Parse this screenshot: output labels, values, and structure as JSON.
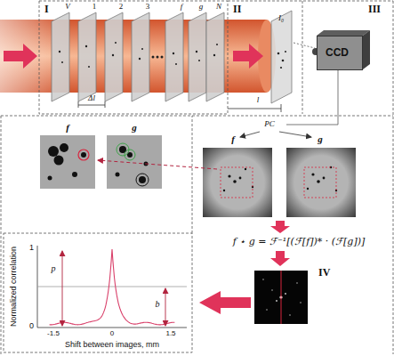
{
  "diagram": {
    "nodes": [
      {
        "text": [
          "CCD"
        ]
      }
    ],
    "labels": [
      "I",
      "V",
      "1",
      "2",
      "3",
      "f",
      "g",
      "N",
      "Δl",
      "II",
      "I₀",
      "l",
      "III",
      "PC",
      "f",
      "g",
      "f",
      "g",
      "f ⋆ g = ℱ⁻¹[(ℱ[f])* · (ℱ[g])]",
      "IV",
      "Normalized correlation",
      "1",
      "0",
      "p",
      "b",
      "-1.5",
      "0",
      "1.5",
      "Shift between images, mm"
    ]
  }
}
